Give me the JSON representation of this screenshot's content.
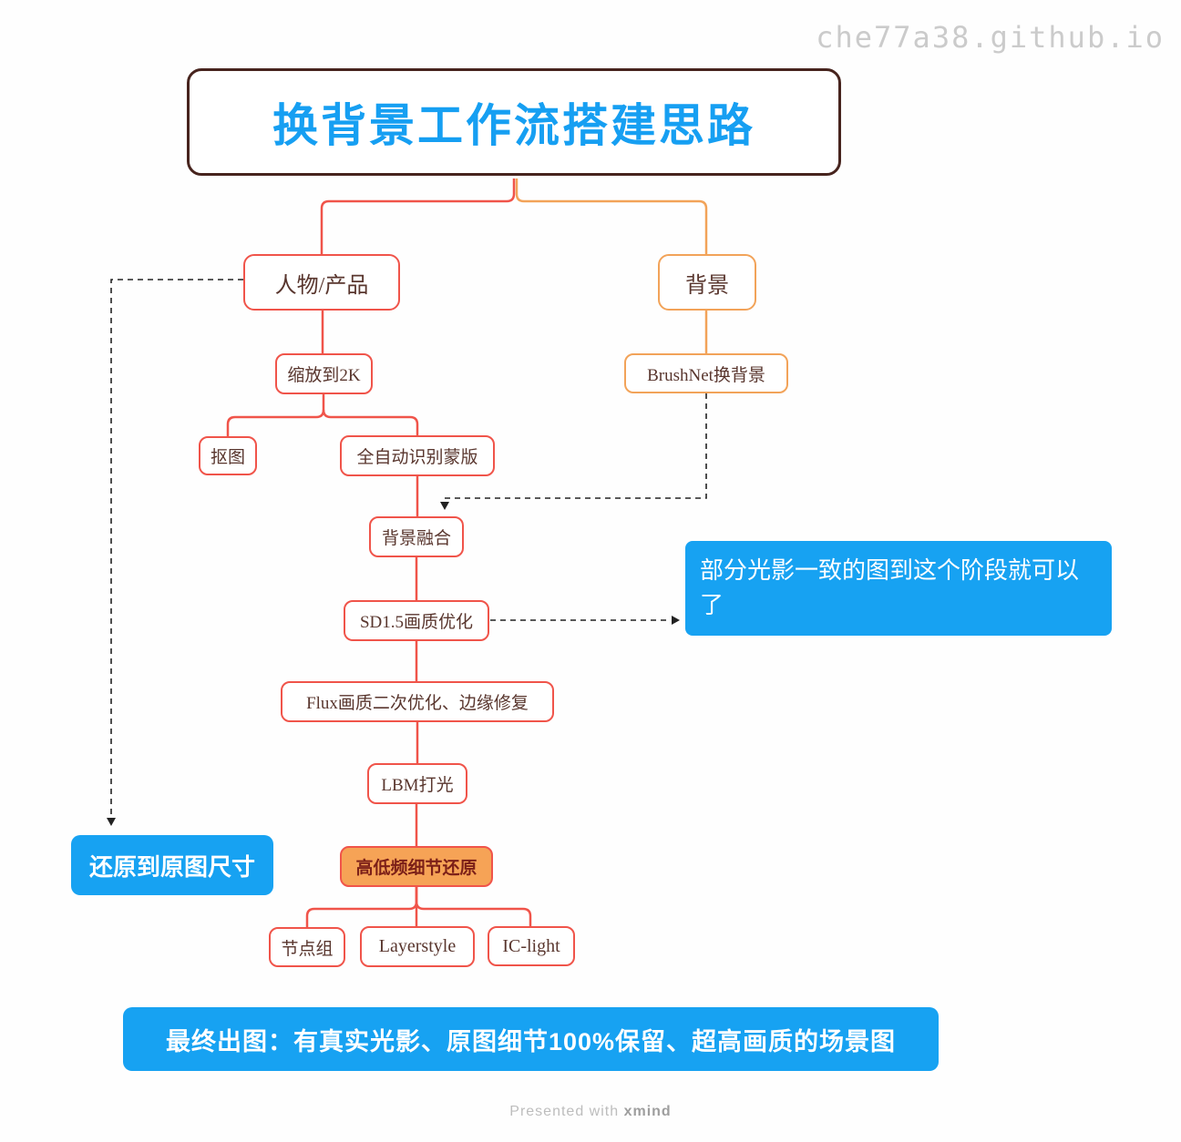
{
  "watermark": "che77a38.github.io",
  "palette": {
    "blue": "#17a2f2",
    "red": "#f0544a",
    "orange": "#f2a359",
    "title_text_blue": "#169ff2",
    "title_border": "#47241e",
    "node_text": "#59362e",
    "filled_node_bg": "#f6a356",
    "dashed_line": "#222222"
  },
  "root": {
    "title": "换背景工作流搭建思路"
  },
  "nodes": {
    "person": "人物/产品",
    "background": "背景",
    "scale2k": "缩放到2K",
    "cutout": "抠图",
    "automask": "全自动识别蒙版",
    "bgfusion": "背景融合",
    "brushnet": "BrushNet换背景",
    "sd15": "SD1.5画质优化",
    "flux": "Flux画质二次优化、边缘修复",
    "lbm": "LBM打光",
    "highlow": "高低频细节还原",
    "nodegroup": "节点组",
    "layerstyle": "Layerstyle",
    "iclight": "IC-light"
  },
  "callouts": {
    "stage_note": "部分光影一致的图到这个阶段就可以了",
    "restore_size": "还原到原图尺寸",
    "final": "最终出图：有真实光影、原图细节100%保留、超高画质的场景图"
  },
  "footer": {
    "prefix": "Presented with",
    "brand": "xmind"
  }
}
